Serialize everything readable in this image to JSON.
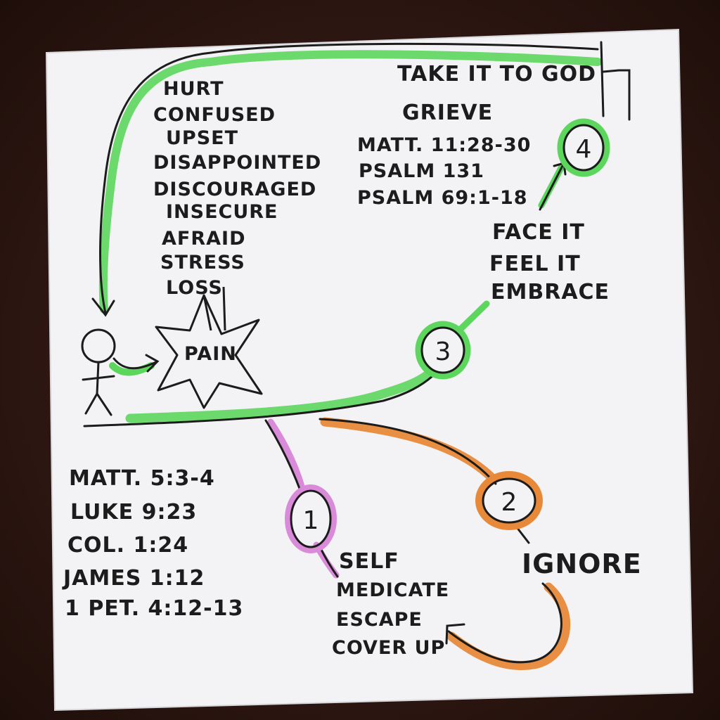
{
  "feelings": [
    "HURT",
    "CONFUSED",
    "UPSET",
    "DISAPPOINTED",
    "DISCOURAGED",
    "INSECURE",
    "AFRAID",
    "STRESS",
    "LOSS"
  ],
  "pain_label": "PAIN",
  "top_right": {
    "title": "TAKE IT TO GOD",
    "subtitle": "GRIEVE",
    "verses": [
      "MATT. 11:28-30",
      "PSALM 131",
      "PSALM 69:1-18"
    ]
  },
  "step3_words": [
    "FACE IT",
    "FEEL IT",
    "EMBRACE"
  ],
  "bottom_left_verses": [
    "MATT. 5:3-4",
    "LUKE 9:23",
    "COL. 1:24",
    "JAMES 1:12",
    "1 PET. 4:12-13"
  ],
  "step1_words": [
    "SELF",
    "MEDICATE",
    "ESCAPE",
    "COVER UP"
  ],
  "step2_word": "IGNORE",
  "step_numbers": [
    "1",
    "2",
    "3",
    "4"
  ],
  "colors": {
    "green": "#5cd65c",
    "pink": "#d98ad9",
    "orange": "#e8893a",
    "ink": "#1c1c1c",
    "paper": "#f3f3f5"
  }
}
